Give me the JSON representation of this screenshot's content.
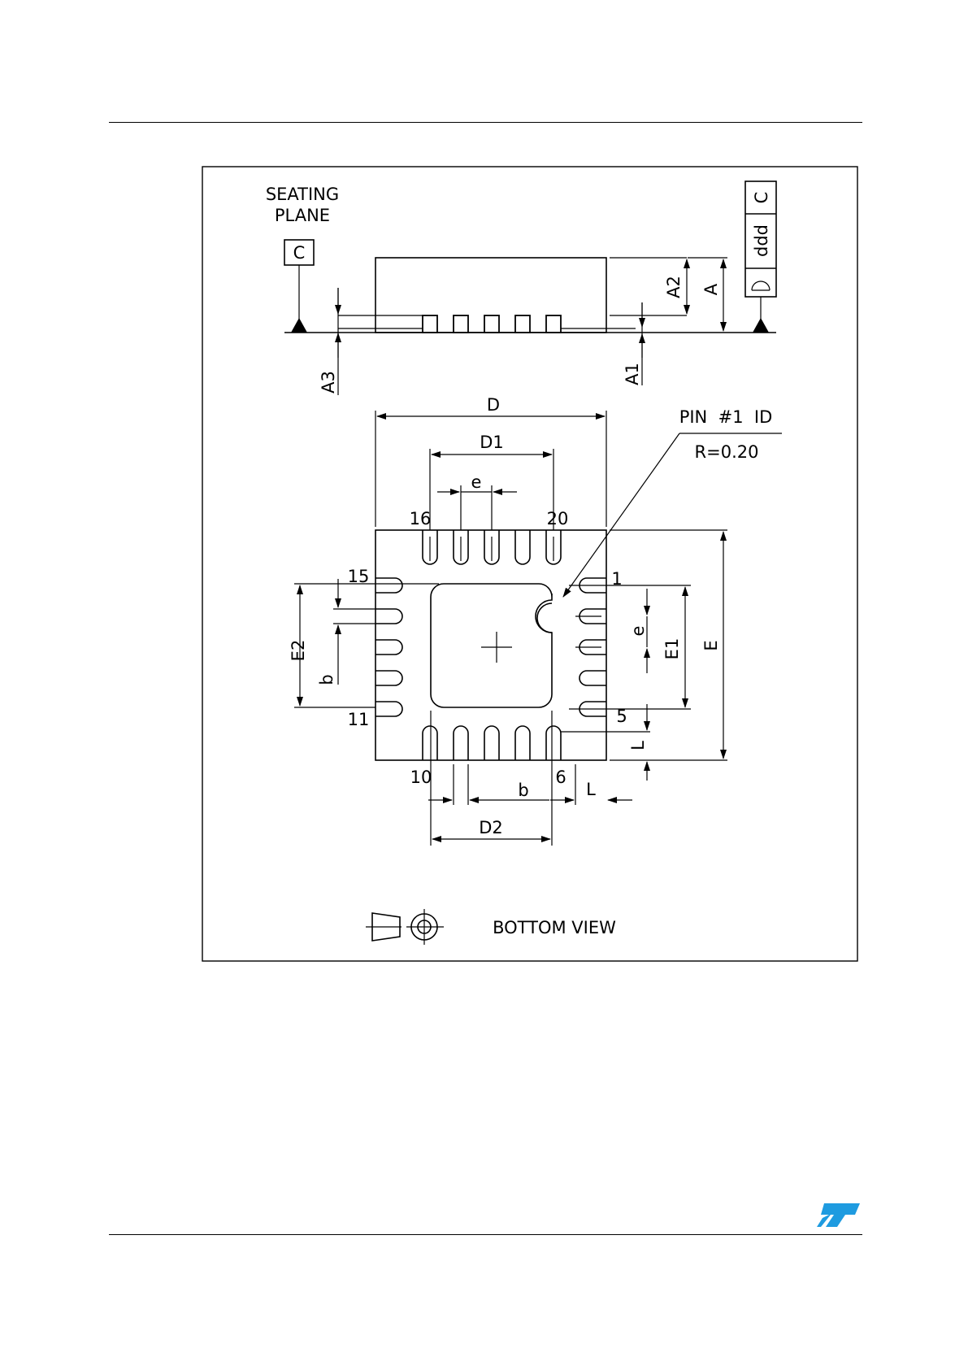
{
  "labels": {
    "seating_plane_line1": "SEATING",
    "seating_plane_line2": "PLANE",
    "datum_c": "C",
    "fcf_tolerance": "ddd",
    "fcf_datum": "C",
    "dim_a": "A",
    "dim_a1": "A1",
    "dim_a2": "A2",
    "dim_a3": "A3",
    "dim_d": "D",
    "dim_d1": "D1",
    "dim_d2": "D2",
    "dim_e_pitch_top": "e",
    "dim_e_pitch_side": "e",
    "dim_e": "E",
    "dim_e1": "E1",
    "dim_e2": "E2",
    "dim_b_side": "b",
    "dim_b_bottom": "b",
    "dim_l_side": "L",
    "dim_l_bottom": "L",
    "pin1_id": "PIN  #1  ID",
    "pin1_radius": "R=0.20",
    "pin_16": "16",
    "pin_20": "20",
    "pin_15": "15",
    "pin_1": "1",
    "pin_11": "11",
    "pin_5": "5",
    "pin_10": "10",
    "pin_6": "6",
    "view_name": "BOTTOM VIEW"
  },
  "logo": {
    "text": "ST",
    "color": "#1e9be0"
  }
}
